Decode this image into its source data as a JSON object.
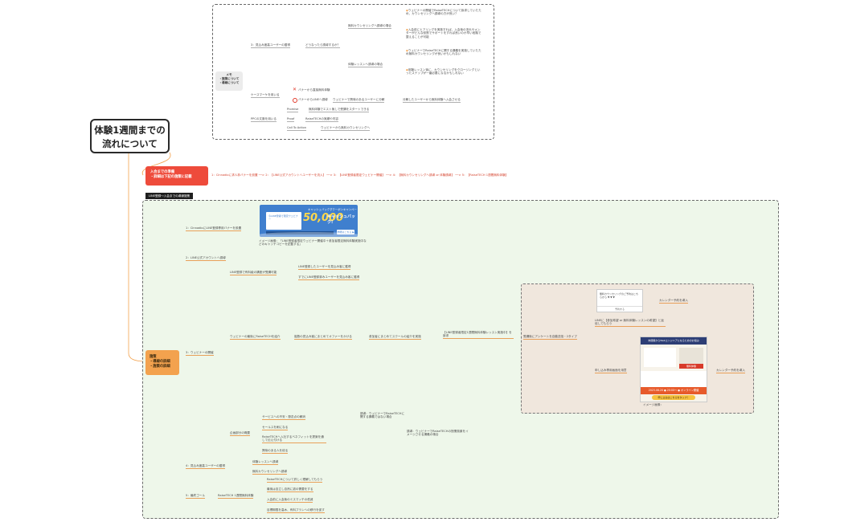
{
  "root": {
    "title_line1": "体験1週間までの",
    "title_line2": "流れについて"
  },
  "memo": {
    "node_lines": [
      "メモ",
      "・施策について",
      "・導線について"
    ],
    "branch1": "3：見込み度高ユーザーの獲得",
    "branch1_q": "どうなったら誘導するか？",
    "counsel_case": "無料カウンセリングへ誘導の場合",
    "counsel_note1": "ウェビナーの開催でRaiseTECHについて訴求していたため、カウンセリングへ誘導の方が良い？",
    "counsel_note2": "入会前にヒアリングを実施すれば、入会後の流れやメンターがどんな役割でサポートをすれば良いのか早い段階で整えることが可能",
    "trial_case": "体験レッスンへ誘導の場合",
    "trial_note1": "ウェビナーでRaiseTECHに関する講義を実施していたため無料カウンセリングが良いかもしれない",
    "trial_note2": "体験レッスン後に、カウンセリングをクロージングといったステップが一番必要になるかもしれない",
    "case_branch": "ケースマーケを用いる",
    "case_x": "バナーから直接無料体験",
    "case_o": "バナーからLINEへ誘導",
    "case_o_next": "ウェビナーで興味のあるユーザーに分解",
    "case_o_last": "分解したユーザーから無料体験へ入会させる",
    "ppc_branch": "PPCの文脈を用いる",
    "ppc_promise": "Promise",
    "ppc_promise_text": "無料体験でエスト無しで受講をスタートできる",
    "ppc_proof": "Proof",
    "ppc_proof_text": "RaiseTECHの実績や内容",
    "ppc_cta": "Call To Action",
    "ppc_cta_text": "ウェビナーから無料カウンセリングへ"
  },
  "preparation": {
    "node_lines": [
      "入会までの準備",
      "・詳細は下記の施策に記載"
    ],
    "steps": [
      "1：Cinnadioに求人枠バナーを設置",
      "2：【LINE公式アカウントへユーザーを流入】",
      "3：【LINE登録者限定ウェビナー開催】",
      "4：【無料カウンセリングへ誘導 or 体験誘導】",
      "5：【RaiseTECH 1週間無料体験】"
    ]
  },
  "lp_label": "LINE登録〜入会までの導線施策",
  "measures": {
    "node_lines": [
      "施策",
      "・導線の詳細",
      "・施策の詳細"
    ],
    "s1": "1：CinnadioにLINE登録専用バナーを設置",
    "s1_note": "イメージ画像：「LINE登録者限定ウェビナー開催中＋参加者限定無料体験実施中などのキャッチコピーを記載する」",
    "banner": {
      "top": "キャッシュバックすクーポンキャンペーン",
      "amount": "50,000",
      "unit": "キャッシュバック!",
      "button": "詳細はこちら ▶",
      "left": "今LINE登録で限定ウェビナー"
    },
    "s2": "2：LINE公式アカウントへ誘導",
    "line_branch": "LINE登録で有料級の講座が受講可能",
    "line_a": "LINE登録したユーザーを見込み客に獲得",
    "line_b": "すでにLINE登録済みユーザーを見込み客に獲得",
    "s3": "3：ウェビナーの開催",
    "web_branch": "ウェビナーの最後にRaiseTECHを紹介",
    "web_mid1": "複数の見込み客にまとめてオファーをかける",
    "web_mid2": "参加者にまとめてスクールの紹介を実施",
    "web_mid3": "【LINE登録者限定1週間無料体験レッスン実施中】を訴求",
    "web_survey": "受講後にアンケートを自動送信・2タイプ",
    "survey_a": "LINEに【参加希望 or 無料体験レッスンの希望】と返信してもらう",
    "survey_a_next": "カレンダー予約を導入",
    "survey_b": "申し込み専用画面を用意",
    "survey_b_next": "カレンダー予約を導入",
    "image_label": "イメージ画像：",
    "survey_card": {
      "q": "無料カウンセリングのご予約はこちらから ▼ ▼ ▼",
      "btn": "予約する"
    },
    "flyer": {
      "head": "未経験からWebエンジニアになるためのお悩み",
      "red": "無料体験",
      "date": "2023.08.20 ● 20:00〜 ● オンライン開催",
      "btn": "申し込みはこちらをタップ！"
    },
    "outline_branch": "企画部分の概要",
    "outline": [
      "サービスへの不安・懸念点の解消",
      "セールスを刷になる",
      "RaiseTECHへ入社するベネフィットを提案を通して伝え付ける",
      "興味のある人を絞る"
    ],
    "reason1": "誘導：ウェビナーでRaiseTECHに関する講義ではない場合",
    "reason2": "誘導：ウェビナーでRaiseTECHの授業風景をイメージさせる講義の場合",
    "s4": "4：見込み度高ユーザーの獲得",
    "s4_a": "体験レッスンへ誘導",
    "s4_b": "無料カウンセリングへ誘導",
    "s5": "5：最終ゴール",
    "s5_mid": "RaiseTECH 1週間無料体験",
    "s5_items": [
      "RaiseTECHについて詳しく理解してもらう",
      "最後は自立し自然に欲の需要をする",
      "入会前に入会後のミスマッチの低減",
      "目標期限を高木、有料プランへの移行を促す"
    ]
  },
  "colors": {
    "red": "#ee4b3b",
    "orange": "#f3a24e",
    "green_bg": "#eef7ea",
    "tan_bg": "#f0e7dd"
  }
}
